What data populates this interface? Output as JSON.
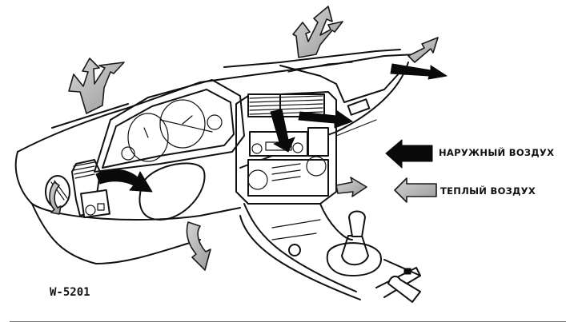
{
  "figure": {
    "code": "W-5201",
    "subject": "dashboard ventilation air flow diagram"
  },
  "legend": {
    "items": [
      {
        "label": "НАРУЖНЫЙ ВОЗДУХ",
        "arrow_style": "solid-black",
        "color": "#0a0a0a"
      },
      {
        "label": "ТЕПЛЫЙ ВОЗДУХ",
        "arrow_style": "stippled-gray",
        "color": "#b8b8b8"
      }
    ]
  },
  "colors": {
    "background": "#ffffff",
    "line": "#111111",
    "outside_air": "#0a0a0a",
    "warm_air": "#b8b8b8"
  },
  "airflows": [
    {
      "name": "left-defrost",
      "type": "warm"
    },
    {
      "name": "windscreen-defrost",
      "type": "warm"
    },
    {
      "name": "right-side-window",
      "type": "warm"
    },
    {
      "name": "right-side-vent",
      "type": "outside"
    },
    {
      "name": "center-vent-down",
      "type": "outside"
    },
    {
      "name": "center-vent-right",
      "type": "outside"
    },
    {
      "name": "left-side-vent",
      "type": "outside"
    },
    {
      "name": "left-footwell",
      "type": "warm"
    },
    {
      "name": "left-knee",
      "type": "warm"
    },
    {
      "name": "right-footwell",
      "type": "warm"
    }
  ]
}
